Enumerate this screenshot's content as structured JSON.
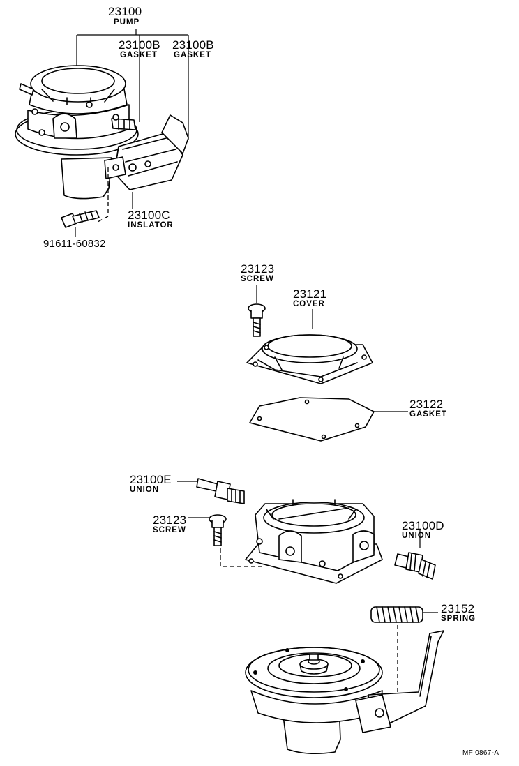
{
  "parts": [
    {
      "id": "pump",
      "number": "23100",
      "name": "PUMP"
    },
    {
      "id": "gasket-left",
      "number": "23100B",
      "name": "GASKET"
    },
    {
      "id": "gasket-right",
      "number": "23100B",
      "name": "GASKET"
    },
    {
      "id": "insulator",
      "number": "23100C",
      "name": "INSLATOR"
    },
    {
      "id": "bolt",
      "number": "91611-60832",
      "name": ""
    },
    {
      "id": "screw-top",
      "number": "23123",
      "name": "SCREW"
    },
    {
      "id": "cover",
      "number": "23121",
      "name": "COVER"
    },
    {
      "id": "gasket-cover",
      "number": "23122",
      "name": "GASKET"
    },
    {
      "id": "union-e",
      "number": "23100E",
      "name": "UNION"
    },
    {
      "id": "screw-mid",
      "number": "23123",
      "name": "SCREW"
    },
    {
      "id": "union-d",
      "number": "23100D",
      "name": "UNION"
    },
    {
      "id": "spring",
      "number": "23152",
      "name": "SPRING"
    }
  ],
  "reference": "MF 0867-A"
}
